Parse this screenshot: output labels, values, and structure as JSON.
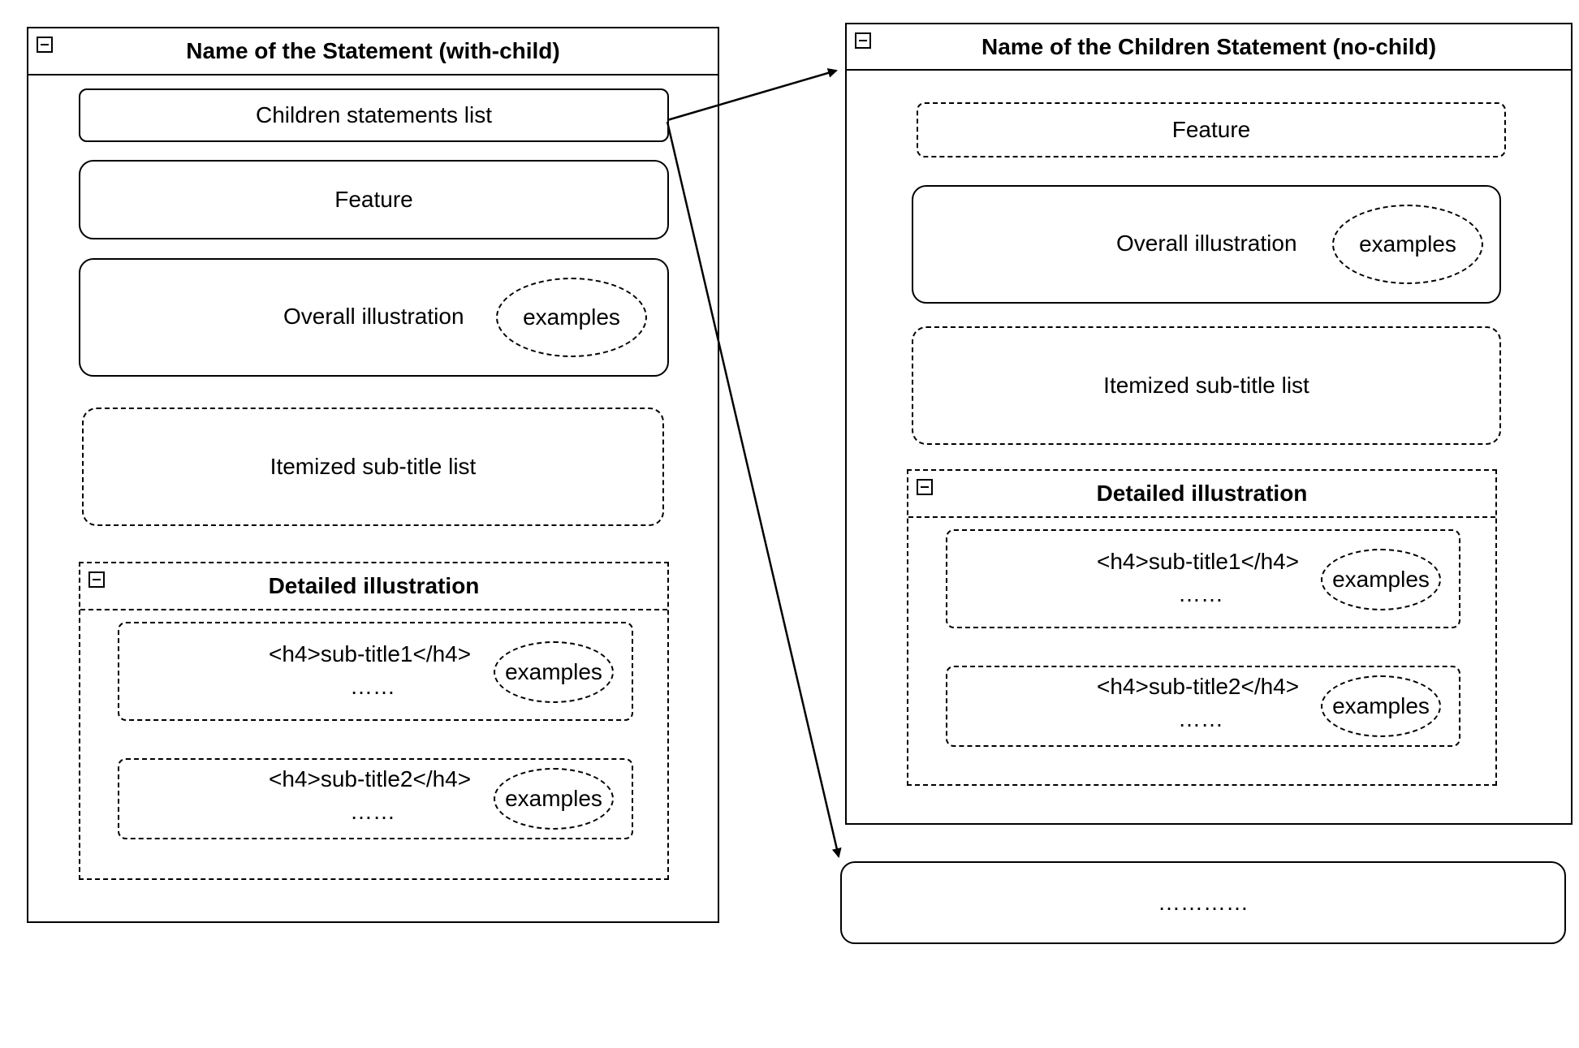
{
  "left_panel": {
    "title": "Name of the Statement (with-child)",
    "children_list": "Children statements list",
    "feature": "Feature",
    "overall": "Overall illustration",
    "overall_examples": "examples",
    "itemized": "Itemized sub-title list",
    "detailed": {
      "title": "Detailed illustration",
      "items": [
        {
          "subtitle": "<h4>sub-title1</h4>",
          "dots": "……",
          "examples": "examples"
        },
        {
          "subtitle": "<h4>sub-title2</h4>",
          "dots": "……",
          "examples": "examples"
        }
      ]
    }
  },
  "right_panel": {
    "title": "Name of the Children Statement (no-child)",
    "feature": "Feature",
    "overall": "Overall illustration",
    "overall_examples": "examples",
    "itemized": "Itemized sub-title list",
    "detailed": {
      "title": "Detailed illustration",
      "items": [
        {
          "subtitle": "<h4>sub-title1</h4>",
          "dots": "……",
          "examples": "examples"
        },
        {
          "subtitle": "<h4>sub-title2</h4>",
          "dots": "……",
          "examples": "examples"
        }
      ]
    }
  },
  "more_box": {
    "text": "…………"
  }
}
